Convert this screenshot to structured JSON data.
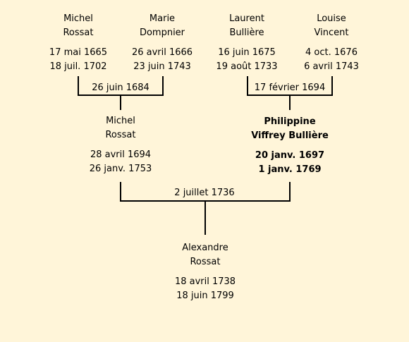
{
  "people": {
    "michel_sr": {
      "first": "Michel",
      "last": "Rossat",
      "birth": "17 mai 1665",
      "death": "18 juil. 1702"
    },
    "marie": {
      "first": "Marie",
      "last": "Dompnier",
      "birth": "26 avril 1666",
      "death": "23 juin 1743"
    },
    "laurent": {
      "first": "Laurent",
      "last": "Bullière",
      "birth": "16 juin 1675",
      "death": "19 août 1733"
    },
    "louise": {
      "first": "Louise",
      "last": "Vincent",
      "birth": "4 oct. 1676",
      "death": "6 avril 1743"
    },
    "michel_jr": {
      "first": "Michel",
      "last": "Rossat",
      "birth": "28 avril 1694",
      "death": "26 janv. 1753"
    },
    "philippine": {
      "first": "Philippine",
      "last": "Viffrey Bullière",
      "birth": "20 janv. 1697",
      "death": "1 janv. 1769"
    },
    "alexandre": {
      "first": "Alexandre",
      "last": "Rossat",
      "birth": "18 avril 1738",
      "death": "18 juin 1799"
    }
  },
  "marriages": {
    "michel_marie": "26 juin 1684",
    "laurent_louise": "17 février 1694",
    "michel_philippine": "2 juillet 1736"
  }
}
